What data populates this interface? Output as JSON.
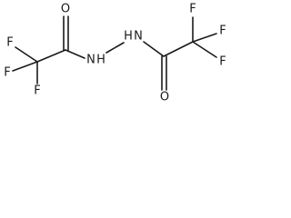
{
  "molecule": {
    "atoms": {
      "f_left_top": "F",
      "f_left_middle": "F",
      "f_left_bottom": "F",
      "o_left": "O",
      "nh_left": "N",
      "h_left": "H",
      "nh_right": "N",
      "h_right": "H",
      "o_right": "O",
      "f_right_top": "F",
      "f_right_middle": "F",
      "f_right_bottom": "F"
    },
    "line_color": "#1a1a1a"
  }
}
